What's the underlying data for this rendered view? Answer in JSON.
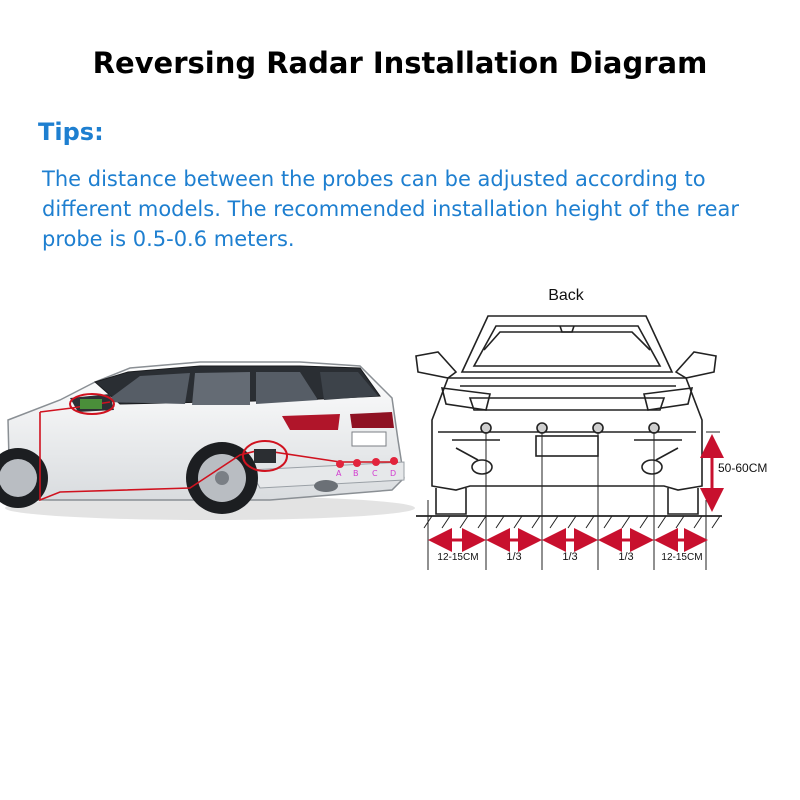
{
  "title": "Reversing Radar Installation Diagram",
  "tips": {
    "heading": "Tips:",
    "text": "The distance between the probes can be adjusted according to different models. The recommended installation height of the rear probe is 0.5-0.6 meters."
  },
  "diagram": {
    "back_label": "Back",
    "height_label": "50-60CM",
    "spacing_labels": [
      "12-15CM",
      "1/3",
      "1/3",
      "1/3",
      "12-15CM"
    ],
    "probe_letters": [
      "A",
      "B",
      "C",
      "D"
    ]
  },
  "colors": {
    "tips": "#1e7fd0",
    "arrow": "#c8102e",
    "car_body": "#f4f5f6",
    "tail_light": "#b0152a",
    "probe": "#e2243c"
  }
}
